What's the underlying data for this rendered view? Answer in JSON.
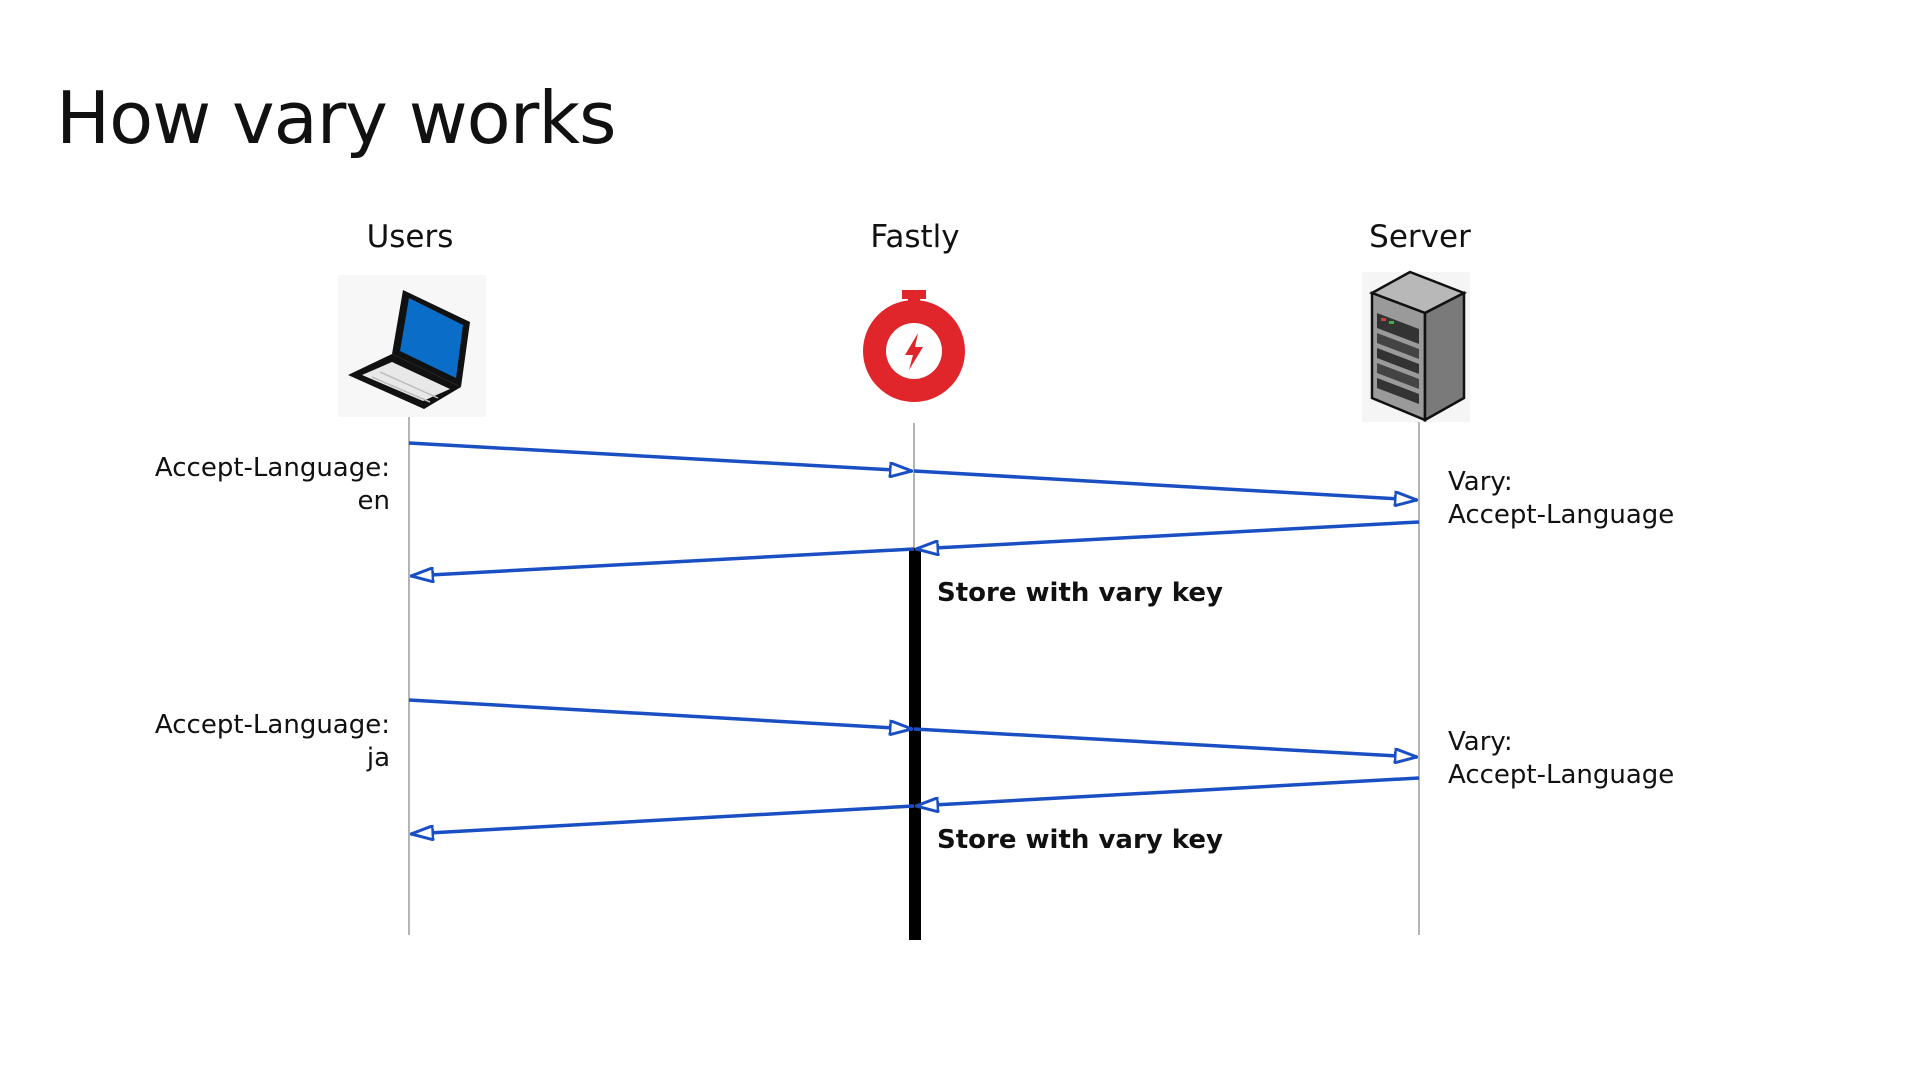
{
  "slide": {
    "title": "How vary works"
  },
  "actors": {
    "users": {
      "label": "Users",
      "icon": "laptop-icon"
    },
    "fastly": {
      "label": "Fastly",
      "icon": "fastly-stopwatch-icon"
    },
    "server": {
      "label": "Server",
      "icon": "server-tower-icon"
    }
  },
  "flows": [
    {
      "request_header": {
        "line1": "Accept-Language:",
        "line2": "en"
      },
      "response_header": {
        "line1": "Vary:",
        "line2": "Accept-Language"
      },
      "note": "Store with vary key"
    },
    {
      "request_header": {
        "line1": "Accept-Language:",
        "line2": "ja"
      },
      "response_header": {
        "line1": "Vary:",
        "line2": "Accept-Language"
      },
      "note": "Store with vary key"
    }
  ],
  "colors": {
    "arrow": "#1a4fc4",
    "lifeline": "#b4b4b4",
    "activation_bar": "#000000",
    "fastly_red": "#e0252b",
    "laptop_screen": "#0a6ec9",
    "server_body": "#8a8a8a"
  }
}
